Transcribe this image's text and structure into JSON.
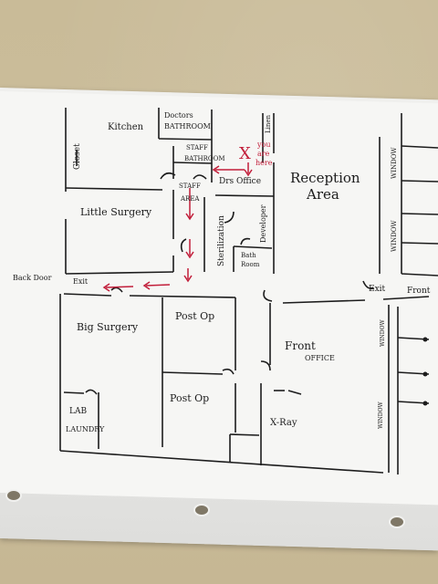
{
  "rooms": {
    "kitchen": "Kitchen",
    "doctors_bathroom_line1": "Doctors",
    "doctors_bathroom_line2": "BATHROOM",
    "closet": "Closet",
    "linen": "Linen",
    "staff_bathroom_line1": "STAFF",
    "staff_bathroom_line2": "BATHROOM",
    "drs_office": "Drs Office",
    "staff_area_line1": "STAFF",
    "staff_area_line2": "AREA",
    "reception_line1": "Reception",
    "reception_line2": "Area",
    "little_surgery": "Little Surgery",
    "sterilization": "Sterilization",
    "developer": "Developer",
    "bathroom_line1": "Bath",
    "bathroom_line2": "Room",
    "back_door": "Back Door",
    "exit_back": "Exit",
    "exit_front": "Exit",
    "front": "Front",
    "big_surgery": "Big Surgery",
    "post_op_upper": "Post Op",
    "post_op_lower": "Post Op",
    "front_office_line1": "Front",
    "front_office_line2": "OFFICE",
    "lab": "LAB",
    "laundry": "LAUNDRY",
    "xray": "X-Ray",
    "window": "WINDOW"
  },
  "marker": {
    "x": "X",
    "text_line1": "you",
    "text_line2": "are",
    "text_line3": "here"
  },
  "colors": {
    "ink": "#1c1c1c",
    "red_ink": "#c21e3a",
    "paper": "#f6f6f4",
    "wall": "#c9bb98"
  }
}
